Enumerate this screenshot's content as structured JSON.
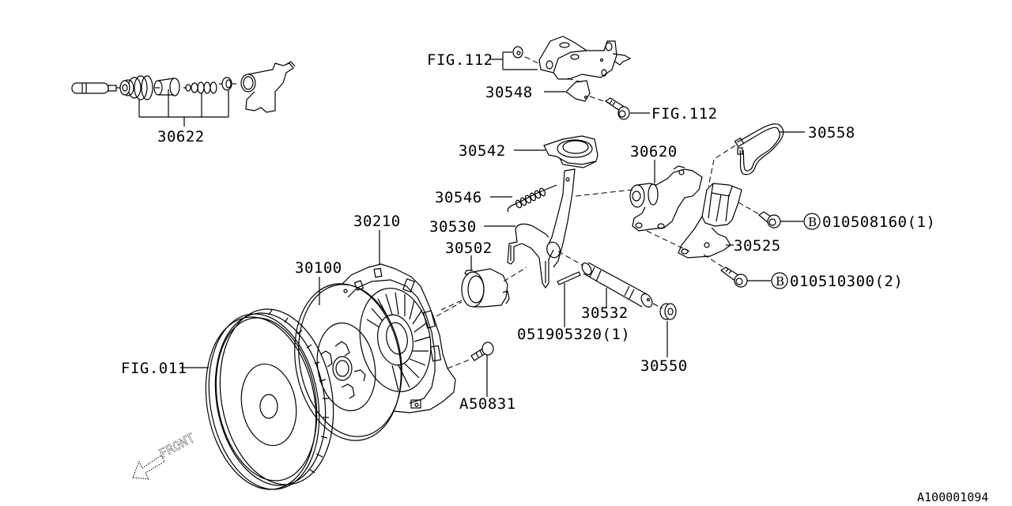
{
  "diagram": {
    "title": "Clutch system exploded parts diagram",
    "drawing_id": "A100001094",
    "direction_indicator": "FRONT",
    "ref_marker": "B",
    "callouts": {
      "fig112_top": "FIG.112",
      "p30548": "30548",
      "fig112_bolt": "FIG.112",
      "p30622": "30622",
      "p30558": "30558",
      "p30542": "30542",
      "p30620": "30620",
      "p30546": "30546",
      "bolt_010508160": "010508160(1)",
      "p30530": "30530",
      "p30210": "30210",
      "p30525": "30525",
      "p30502": "30502",
      "p30100": "30100",
      "bolt_010510300": "010510300(2)",
      "p30532": "30532",
      "pin_051905320": "051905320(1)",
      "fig011": "FIG.011",
      "p30550": "30550",
      "a50831": "A50831"
    }
  }
}
